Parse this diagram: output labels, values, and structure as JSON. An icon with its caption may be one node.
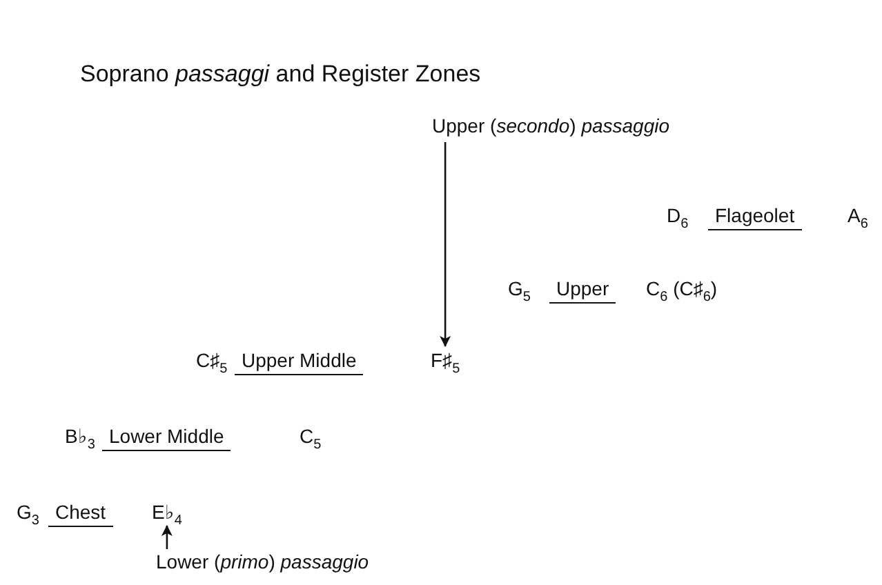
{
  "diagram": {
    "title": "Soprano *passaggi* and Register Zones",
    "nodes": [
      {
        "text": [
          "Upper (*secondo*) *passaggio*"
        ]
      },
      {
        "text": [
          "D$_{6}$"
        ]
      },
      {
        "text": [
          "Flageolet"
        ]
      },
      {
        "text": [
          "A$_{6}$"
        ]
      },
      {
        "text": [
          "G$_{5}$"
        ]
      },
      {
        "text": [
          "Upper"
        ]
      },
      {
        "text": [
          "C$_{6}$ (C♯$_{6}$)"
        ]
      },
      {
        "text": [
          "C♯$_{5}$"
        ]
      },
      {
        "text": [
          "Upper Middle"
        ]
      },
      {
        "text": [
          "F♯$_{5}$"
        ]
      },
      {
        "text": [
          "B♭$_{3}$"
        ]
      },
      {
        "text": [
          "Lower Middle"
        ]
      },
      {
        "text": [
          "C$_{5}$"
        ]
      },
      {
        "text": [
          "G$_{3}$"
        ]
      },
      {
        "text": [
          "Chest"
        ]
      },
      {
        "text": [
          "E♭$_{4}$"
        ]
      },
      {
        "text": [
          "Lower (*primo*) *passaggio*"
        ]
      }
    ],
    "edges": [
      {
        "from": 0,
        "to": 9,
        "arrow": "to"
      },
      {
        "from": 16,
        "to": 15,
        "arrow": "to"
      }
    ]
  }
}
